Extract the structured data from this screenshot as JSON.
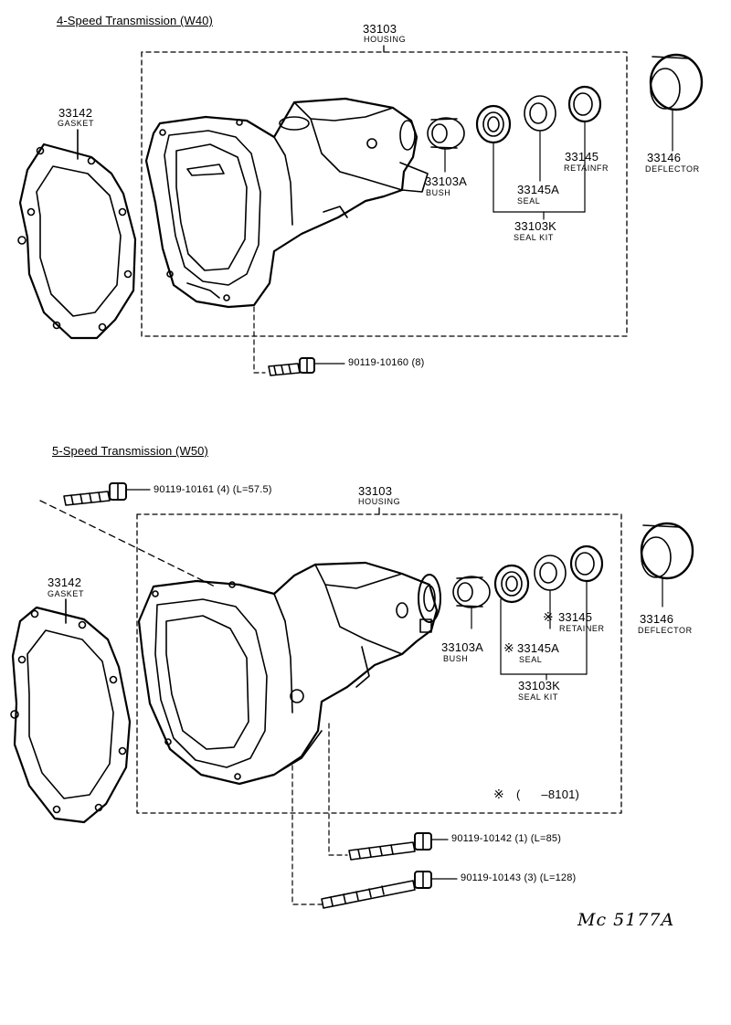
{
  "sections": [
    {
      "title": "4-Speed Transmission (W40)",
      "parts": [
        {
          "number": "33103",
          "name": "HOUSING"
        },
        {
          "number": "33142",
          "name": "GASKET"
        },
        {
          "number": "33103A",
          "name": "BUSH"
        },
        {
          "number": "33145A",
          "name": "SEAL"
        },
        {
          "number": "33145",
          "name": "RETAINFR"
        },
        {
          "number": "33146",
          "name": "DEFLECTOR"
        },
        {
          "number": "33103K",
          "name": "SEAL KIT"
        }
      ],
      "bolts": [
        {
          "callout": "90119-10160 (8)"
        }
      ]
    },
    {
      "title": "5-Speed Transmission (W50)",
      "parts": [
        {
          "number": "33103",
          "name": "HOUSING"
        },
        {
          "number": "33142",
          "name": "GASKET"
        },
        {
          "number": "33103A",
          "name": "BUSH"
        },
        {
          "number": "33145A",
          "name": "SEAL",
          "marker": "※"
        },
        {
          "number": "33145",
          "name": "RETAINER",
          "marker": "※"
        },
        {
          "number": "33146",
          "name": "DEFLECTOR"
        },
        {
          "number": "33103K",
          "name": "SEAL KIT"
        }
      ],
      "bolts": [
        {
          "callout": "90119-10161 (4) (L=57.5)"
        },
        {
          "callout": "90119-10142 (1) (L=85)"
        },
        {
          "callout": "90119-10143 (3) (L=128)"
        }
      ],
      "note": {
        "marker": "※",
        "text": "(      –8101)"
      }
    }
  ],
  "illustration_code": "Mc 5177A",
  "colors": {
    "line": "#000000",
    "background": "#ffffff"
  }
}
